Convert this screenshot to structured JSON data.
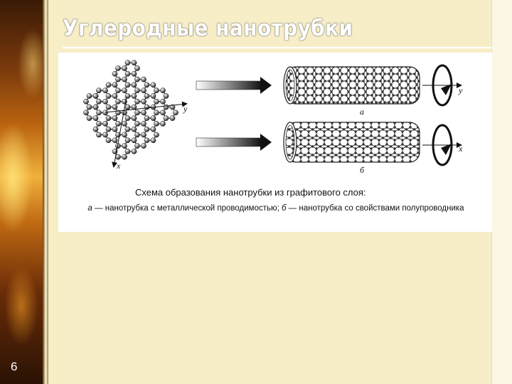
{
  "slide": {
    "title": "Углеродные нанотрубки",
    "number": "6"
  },
  "figure": {
    "axis_y_sheet": "y",
    "axis_x_sheet": "x",
    "axis_y_tube": "y",
    "axis_x_tube": "x",
    "label_a": "а",
    "label_b": "б",
    "caption_title": "Схема образования нанотрубки из графитового слоя:",
    "caption_a_letter": "а",
    "caption_a_text": " — нанотрубка с металлической проводимостью; ",
    "caption_b_letter": "б",
    "caption_b_text": " — нанотрубка со свойствами полупроводника"
  }
}
